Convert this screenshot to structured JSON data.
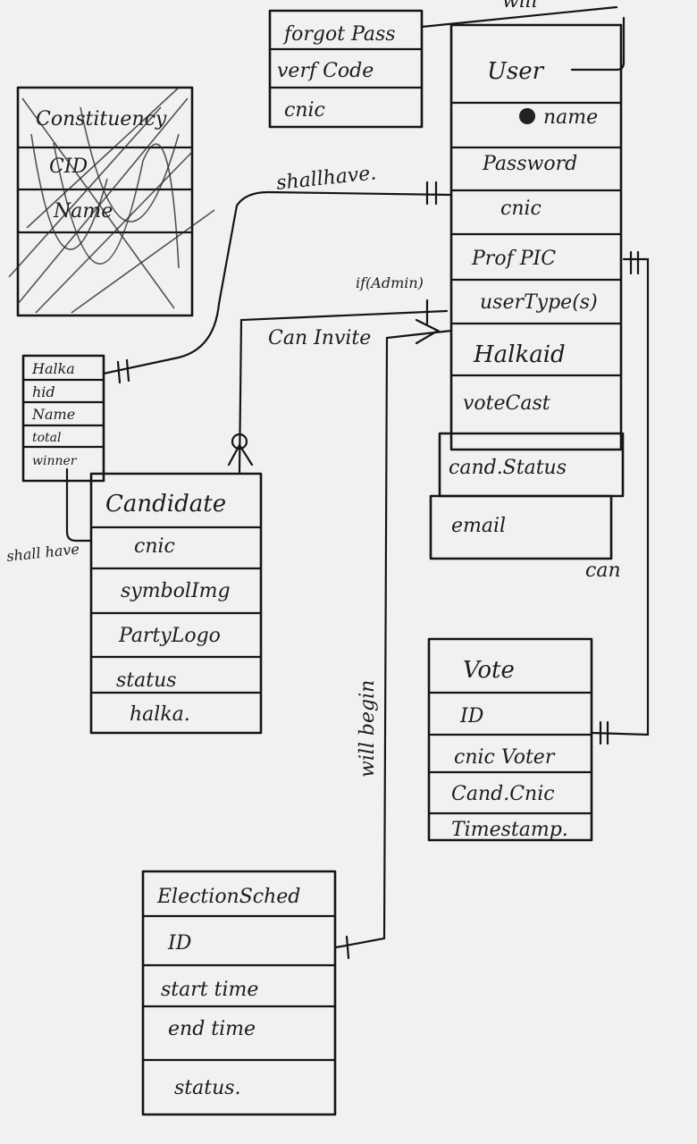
{
  "entities": {
    "forgot_pass": {
      "fields": [
        "forgot Pass",
        "verf Code",
        "cnic"
      ]
    },
    "user": {
      "title": "User",
      "fields": [
        "name",
        "Password",
        "cnic",
        "Prof PIC",
        "userType(s)",
        "Halkaid",
        "voteCast",
        "cand.Status",
        "email"
      ]
    },
    "constituency": {
      "fields": [
        "Constituency",
        "CID",
        "Name"
      ]
    },
    "halka": {
      "fields": [
        "Halka",
        "hid",
        "Name",
        "total",
        "winner"
      ]
    },
    "candidate": {
      "title": "Candidate",
      "fields": [
        "cnic",
        "symbolImg",
        "PartyLogo",
        "status",
        "halka."
      ]
    },
    "vote": {
      "title": "Vote",
      "fields": [
        "ID",
        "cnic Voter",
        "Cand.Cnic",
        "Timestamp."
      ]
    },
    "election_sched": {
      "title": "ElectionSched",
      "fields": [
        "ID",
        "start time",
        "end time",
        "status."
      ]
    }
  },
  "relations": {
    "shall_have_top": "shallhave.",
    "if_admin": "if(Admin)",
    "can_invite": "Can Invite",
    "shall_have_left": "shall have",
    "can": "can",
    "will_begin": "will begin",
    "top_cut": "will"
  }
}
